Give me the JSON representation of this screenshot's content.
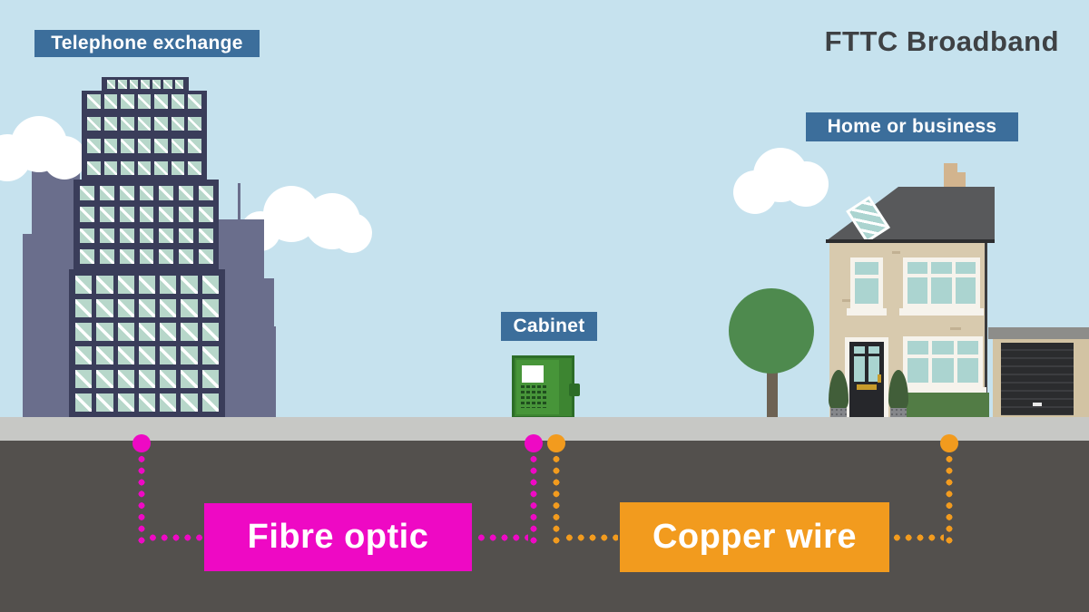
{
  "title": "FTTC Broadband",
  "labels": {
    "telephone_exchange": "Telephone exchange",
    "home_or_business": "Home or business",
    "cabinet": "Cabinet"
  },
  "cables": {
    "fibre": {
      "label": "Fibre optic",
      "from": "Telephone exchange",
      "to": "Cabinet"
    },
    "copper": {
      "label": "Copper wire",
      "from": "Cabinet",
      "to": "Home or business"
    }
  },
  "colors": {
    "sky": "#c6e2ee",
    "ground": "#53504d",
    "pavement": "#c7c8c5",
    "label_bg": "#3c6e9b",
    "title_text": "#3e4144",
    "fibre": "#ee09c4",
    "copper": "#f29b1e",
    "navy": "#3a3d5a",
    "bg_building": "#6a6e8c",
    "window": "#b7d7ca",
    "wall": "#d8caae",
    "roof": "#58595b",
    "garage_wall": "#d2c3a3",
    "tree": "#4e8a4e",
    "cabinet": "#3d8531"
  }
}
